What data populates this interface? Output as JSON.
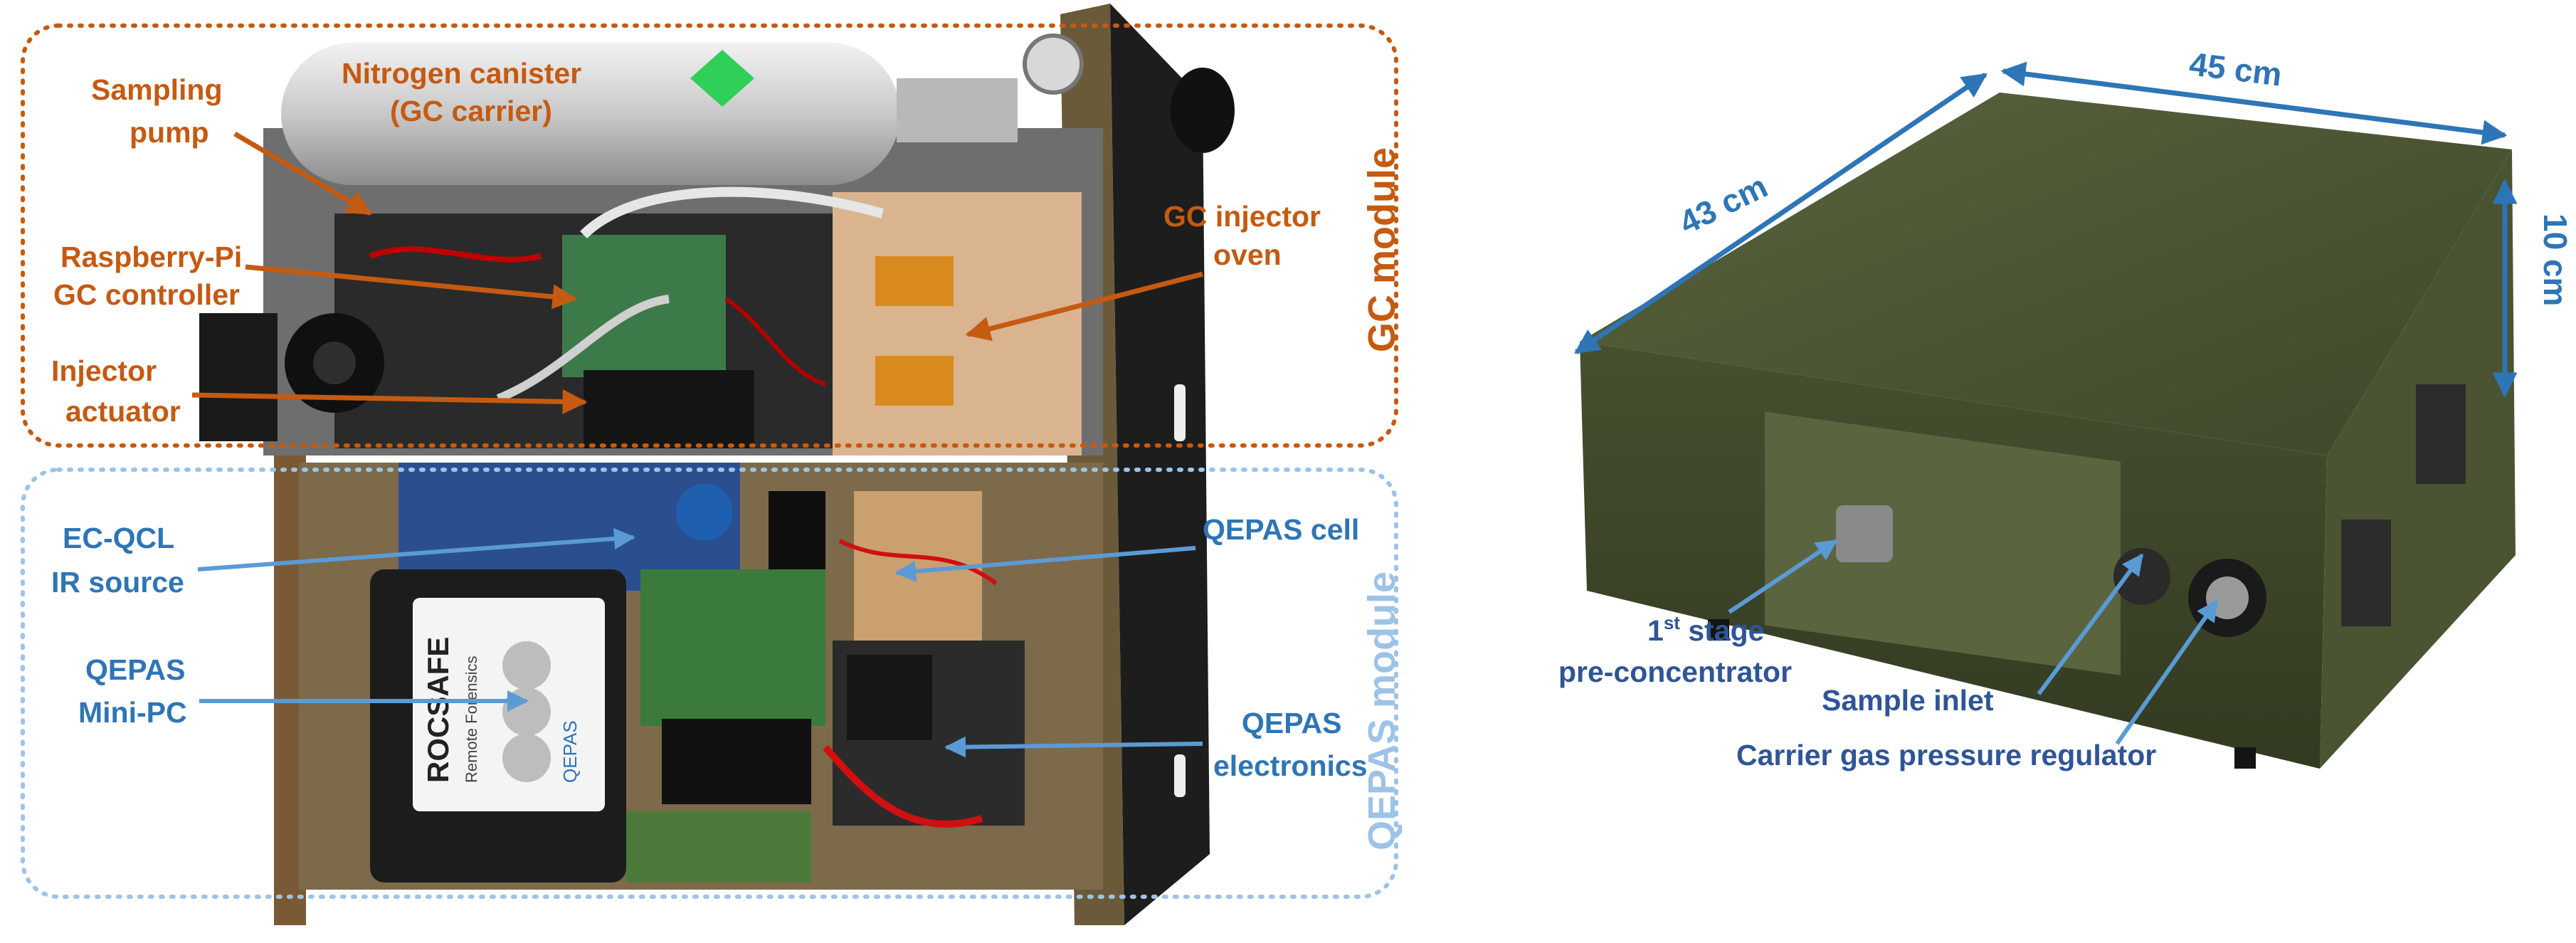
{
  "colors": {
    "gc_accent": "#c55a11",
    "qepas_accent": "#9dc3e6",
    "label_blue": "#2e75b6",
    "enclosure_green": "#4f5a36"
  },
  "modules": {
    "gc": "GC module",
    "qepas": "QEPAS module"
  },
  "gc_labels": {
    "nitrogen_1": "Nitrogen canister",
    "nitrogen_2": "(GC carrier)",
    "pump_1": "Sampling",
    "pump_2": "pump",
    "rpi_1": "Raspberry-Pi",
    "rpi_2": "GC controller",
    "injector_1": "Injector",
    "injector_2": "actuator",
    "oven_1": "GC injector",
    "oven_2": "oven"
  },
  "qepas_labels": {
    "qcl_1": "EC-QCL",
    "qcl_2": "IR source",
    "minipc_1": "QEPAS",
    "minipc_2": "Mini-PC",
    "cell": "QEPAS cell",
    "electronics_1": "QEPAS",
    "electronics_2": "electronics"
  },
  "device_labels": {
    "depth": "43 cm",
    "width": "45 cm",
    "height": "10 cm",
    "preconc_num": "1",
    "preconc_sup": "st",
    "preconc_rest": " stage",
    "preconc_2": "pre-concentrator",
    "inlet": "Sample inlet",
    "regulator": "Carrier gas pressure regulator"
  },
  "photo_text": {
    "brand_1": "ROCSAFE",
    "brand_2": "Remote Forensics",
    "brand_3": "QEPAS"
  }
}
